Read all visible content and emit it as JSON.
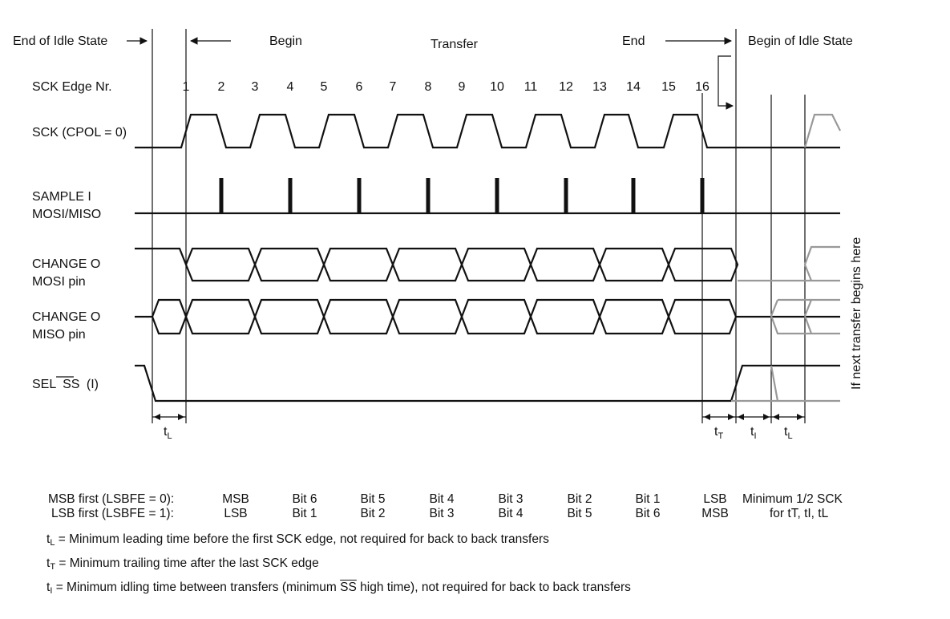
{
  "header": {
    "end_idle": "End of Idle State",
    "begin": "Begin",
    "transfer": "Transfer",
    "end": "End",
    "begin_idle": "Begin of Idle State"
  },
  "rows": {
    "edge_nr": "SCK Edge Nr.",
    "sck": "SCK (CPOL = 0)",
    "sample_1": "SAMPLE I",
    "sample_2": "MOSI/MISO",
    "mosi_1": "CHANGE O",
    "mosi_2": "MOSI pin",
    "miso_1": "CHANGE O",
    "miso_2": "MISO pin",
    "sel_prefix": "SEL",
    "sel_ss": "SS",
    "sel_suffix": "(I)"
  },
  "edge_numbers": [
    "1",
    "2",
    "3",
    "4",
    "5",
    "6",
    "7",
    "8",
    "9",
    "10",
    "11",
    "12",
    "13",
    "14",
    "15",
    "16"
  ],
  "side_note": "If next transfer begins here",
  "timing_labels": {
    "tl_left": "tL",
    "tt": "tT",
    "ti": "tI",
    "tl_right": "tL"
  },
  "bit_order": {
    "msb_label": "MSB first (LSBFE = 0):",
    "lsb_label": "LSB first (LSBFE = 1):",
    "msb_bits": [
      "MSB",
      "Bit 6",
      "Bit 5",
      "Bit 4",
      "Bit 3",
      "Bit 2",
      "Bit 1",
      "LSB"
    ],
    "lsb_bits": [
      "LSB",
      "Bit 1",
      "Bit 2",
      "Bit 3",
      "Bit 4",
      "Bit 5",
      "Bit 6",
      "MSB"
    ],
    "min_1": "Minimum 1/2 SCK",
    "min_2": "for tT, tI, tL"
  },
  "notes": {
    "tl": "= Minimum leading time before the first SCK edge, not required for back to back transfers",
    "tt": "= Minimum trailing time after the last SCK edge",
    "ti_a": "= Minimum idling time between transfers (minimum",
    "ti_ss": "SS",
    "ti_b": "high time), not required for back to back transfers"
  }
}
